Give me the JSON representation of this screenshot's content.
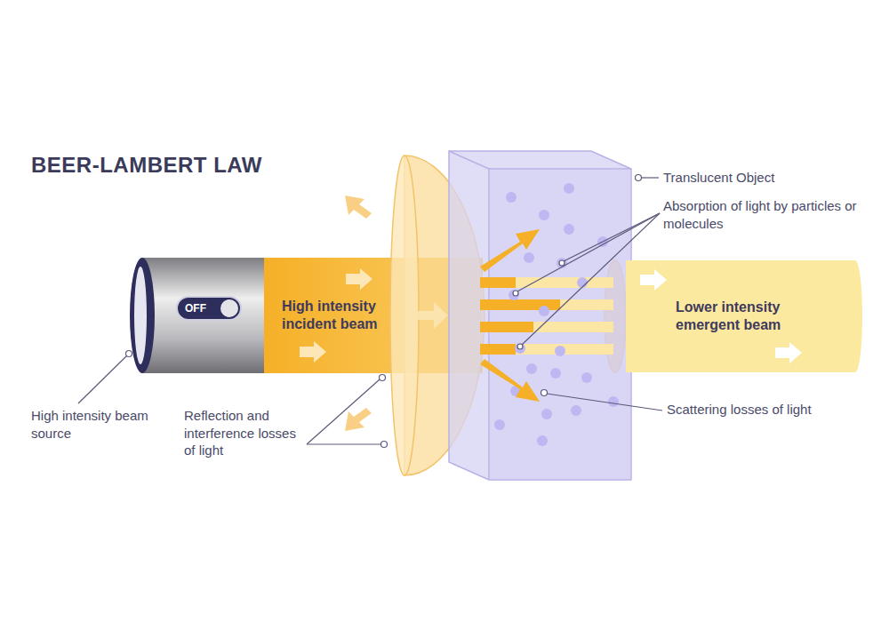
{
  "diagram": {
    "title": "BEER-LAMBERT LAW",
    "nodes": [
      {
        "text": [
          "OFF"
        ]
      },
      {
        "text": [
          "High intensity incident beam"
        ]
      },
      {
        "text": [
          "Lower intensity emergent beam"
        ]
      }
    ],
    "labels": [
      "High intensity beam source",
      "Reflection and interference losses of light",
      "Translucent Object",
      "Absorption of light by particles or molecules",
      "Scattering losses of light"
    ]
  }
}
